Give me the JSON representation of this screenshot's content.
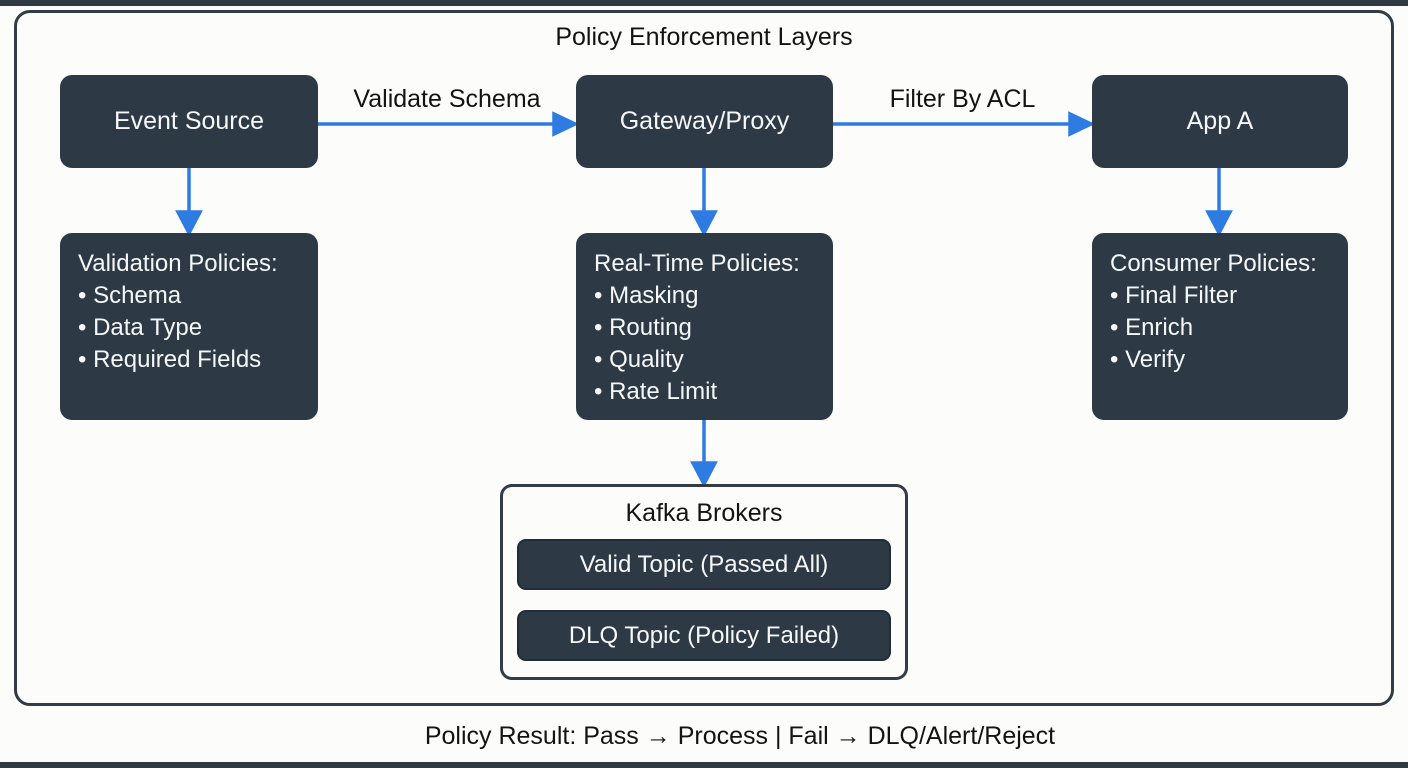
{
  "title": "Policy Enforcement Layers",
  "caption": "Policy Result: Pass → Process | Fail → DLQ/Alert/Reject",
  "edges": {
    "validate_schema_label": "Validate Schema",
    "filter_by_acl_label": "Filter By ACL"
  },
  "nodes": {
    "event_source": {
      "label": "Event Source"
    },
    "gateway_proxy": {
      "label": "Gateway/Proxy"
    },
    "app_a": {
      "label": "App A"
    },
    "validation_policies": {
      "heading": "Validation Policies:",
      "items": [
        "Schema",
        "Data Type",
        "Required Fields"
      ]
    },
    "realtime_policies": {
      "heading": "Real-Time Policies:",
      "items": [
        "Masking",
        "Routing",
        "Quality",
        "Rate Limit"
      ]
    },
    "consumer_policies": {
      "heading": "Consumer Policies:",
      "items": [
        "Final Filter",
        "Enrich",
        "Verify"
      ]
    },
    "kafka_brokers": {
      "heading": "Kafka Brokers",
      "topics": [
        "Valid Topic (Passed All)",
        "DLQ Topic (Policy Failed)"
      ]
    }
  },
  "colors": {
    "node_fill": "#2d3a46",
    "node_text": "#f5f7f8",
    "arrow_blue": "#2e7ce2",
    "outline": "#333b44",
    "background": "#fcfcfb",
    "text_dark": "#131313"
  }
}
